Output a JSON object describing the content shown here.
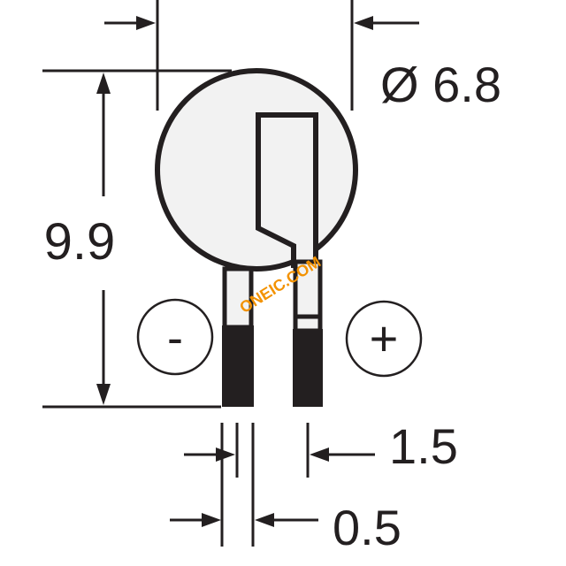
{
  "dimensions": {
    "diameter_label": "Ø 6.8",
    "height_label": "9.9",
    "lead_spacing_label": "1.5",
    "lead_thickness_label": "0.5"
  },
  "polarity": {
    "negative_label": "-",
    "positive_label": "+"
  },
  "watermark": {
    "text": "ONEIC.COM",
    "color": "#f39200"
  },
  "colors": {
    "line": "#231f20",
    "body_fill": "#f2f2f2"
  }
}
